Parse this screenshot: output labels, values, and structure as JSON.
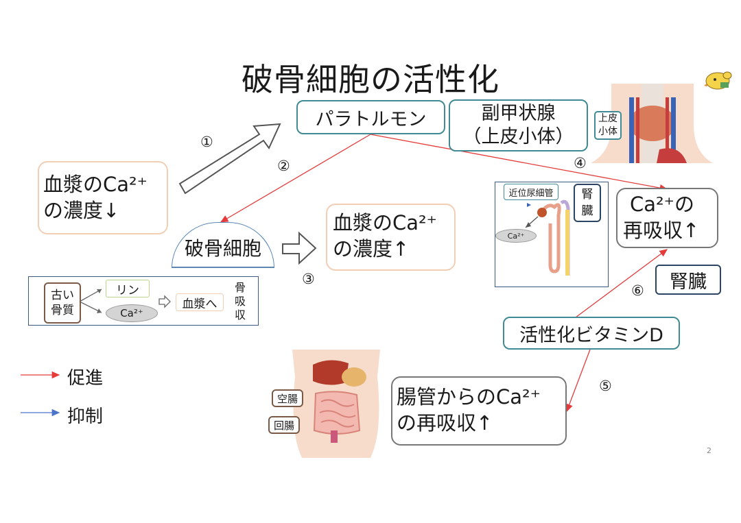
{
  "title": "破骨細胞の活性化",
  "boxes": {
    "pth": "パラトルモン",
    "parathyroid_line1": "副甲状腺",
    "parathyroid_line2": "（上皮小体）",
    "plasma_low_line1": "血漿のCa²⁺",
    "plasma_low_line2": "の濃度↓",
    "osteoclast": "破骨細胞",
    "plasma_high_line1": "血漿のCa²⁺",
    "plasma_high_line2": "の濃度↑",
    "reabsorb_line1": "Ca²⁺の",
    "reabsorb_line2": "再吸収↑",
    "kidney": "腎臓",
    "vitamin_d": "活性化ビタミンD",
    "intestine_line1": "腸管からのCa²⁺",
    "intestine_line2": "の再吸収↑"
  },
  "steps": [
    "①",
    "②",
    "③",
    "④",
    "⑤",
    "⑥"
  ],
  "bone_inset": {
    "old_line1": "古い",
    "old_line2": "骨質",
    "phosphorus": "リン",
    "calcium": "Ca²⁺",
    "to_plasma": "血漿へ",
    "resorption": [
      "骨",
      "吸",
      "収"
    ]
  },
  "thyroid_label": [
    "上皮",
    "小体"
  ],
  "kidney_inset": {
    "tubule": "近位尿細管",
    "kidney_v": [
      "腎",
      "臓"
    ],
    "calcium": "Ca²⁺"
  },
  "intestine_labels": {
    "jejunum": "空腸",
    "ileum": "回腸"
  },
  "legend": {
    "promote": "促進",
    "inhibit": "抑制"
  },
  "page_number": "2",
  "colors": {
    "promote": "#e53b3b",
    "inhibit": "#4a74c9",
    "teal": "#3f8a94",
    "peach": "#f2cfb4"
  }
}
